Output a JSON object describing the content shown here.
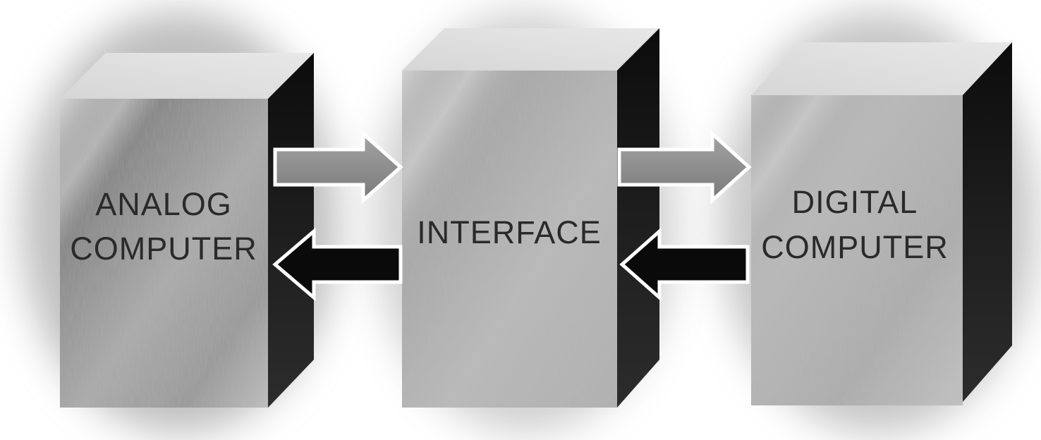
{
  "blocks": [
    {
      "id": "analog",
      "lines": [
        "ANALOG",
        "COMPUTER"
      ]
    },
    {
      "id": "interface",
      "lines": [
        "INTERFACE"
      ]
    },
    {
      "id": "digital",
      "lines": [
        "DIGITAL",
        "COMPUTER"
      ]
    }
  ],
  "arrows": [
    {
      "from": "analog",
      "to": "interface",
      "direction": "right",
      "shade": "gray"
    },
    {
      "from": "interface",
      "to": "analog",
      "direction": "left",
      "shade": "black"
    },
    {
      "from": "interface",
      "to": "digital",
      "direction": "right",
      "shade": "gray"
    },
    {
      "from": "digital",
      "to": "interface",
      "direction": "left",
      "shade": "black"
    }
  ],
  "colors": {
    "background": "#ffffff",
    "front_face": "#bdbdbd",
    "top_face": "#d9d9d9",
    "side_face": "#141414",
    "arrow_gray": "#8c8c8c",
    "arrow_black": "#0a0a0a",
    "text": "#2a2a2a"
  }
}
